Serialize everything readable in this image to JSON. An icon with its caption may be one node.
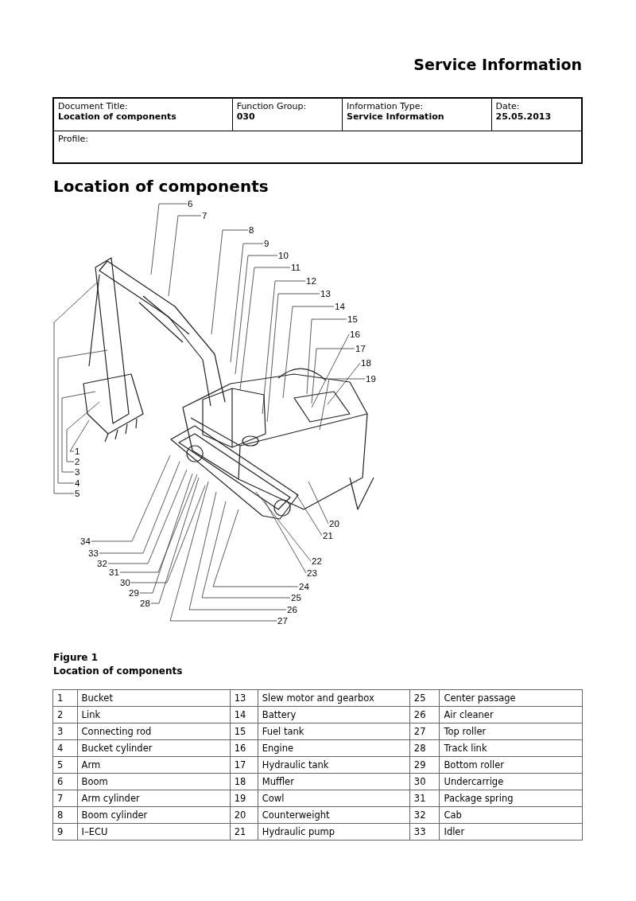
{
  "diagram": {
    "title": "Location of components",
    "nodes": [
      {
        "text": [
          "1"
        ]
      },
      {
        "text": [
          "2"
        ]
      },
      {
        "text": [
          "3"
        ]
      },
      {
        "text": [
          "4"
        ]
      },
      {
        "text": [
          "5"
        ]
      },
      {
        "text": [
          "6"
        ]
      },
      {
        "text": [
          "7"
        ]
      },
      {
        "text": [
          "8"
        ]
      },
      {
        "text": [
          "9"
        ]
      },
      {
        "text": [
          "10"
        ]
      },
      {
        "text": [
          "11"
        ]
      },
      {
        "text": [
          "12"
        ]
      },
      {
        "text": [
          "13"
        ]
      },
      {
        "text": [
          "14"
        ]
      },
      {
        "text": [
          "15"
        ]
      },
      {
        "text": [
          "16"
        ]
      },
      {
        "text": [
          "17"
        ]
      },
      {
        "text": [
          "18"
        ]
      },
      {
        "text": [
          "19"
        ]
      },
      {
        "text": [
          "20"
        ]
      },
      {
        "text": [
          "21"
        ]
      },
      {
        "text": [
          "22"
        ]
      },
      {
        "text": [
          "23"
        ]
      },
      {
        "text": [
          "24"
        ]
      },
      {
        "text": [
          "25"
        ]
      },
      {
        "text": [
          "26"
        ]
      },
      {
        "text": [
          "27"
        ]
      },
      {
        "text": [
          "28"
        ]
      },
      {
        "text": [
          "29"
        ]
      },
      {
        "text": [
          "30"
        ]
      },
      {
        "text": [
          "31"
        ]
      },
      {
        "text": [
          "32"
        ]
      },
      {
        "text": [
          "33"
        ]
      },
      {
        "text": [
          "34"
        ]
      }
    ],
    "edges": [
      {
        "from": 0,
        "to": null,
        "arrow": "none"
      },
      {
        "from": 1,
        "to": null,
        "arrow": "none"
      },
      {
        "from": 2,
        "to": null,
        "arrow": "none"
      },
      {
        "from": 3,
        "to": null,
        "arrow": "none"
      },
      {
        "from": 4,
        "to": null,
        "arrow": "none"
      },
      {
        "from": 5,
        "to": null,
        "arrow": "none"
      },
      {
        "from": 6,
        "to": null,
        "arrow": "none"
      },
      {
        "from": 7,
        "to": null,
        "arrow": "none"
      },
      {
        "from": 8,
        "to": null,
        "arrow": "none"
      },
      {
        "from": 9,
        "to": null,
        "arrow": "none"
      },
      {
        "from": 10,
        "to": null,
        "arrow": "none"
      },
      {
        "from": 11,
        "to": null,
        "arrow": "none"
      },
      {
        "from": 12,
        "to": null,
        "arrow": "none"
      },
      {
        "from": 13,
        "to": null,
        "arrow": "none"
      },
      {
        "from": 14,
        "to": null,
        "arrow": "none"
      },
      {
        "from": 15,
        "to": null,
        "arrow": "none"
      },
      {
        "from": 16,
        "to": null,
        "arrow": "none"
      },
      {
        "from": 17,
        "to": null,
        "arrow": "none"
      },
      {
        "from": 18,
        "to": null,
        "arrow": "none"
      },
      {
        "from": 19,
        "to": null,
        "arrow": "none"
      },
      {
        "from": 20,
        "to": null,
        "arrow": "none"
      },
      {
        "from": 21,
        "to": null,
        "arrow": "none"
      },
      {
        "from": 22,
        "to": null,
        "arrow": "none"
      },
      {
        "from": 23,
        "to": null,
        "arrow": "none"
      },
      {
        "from": 24,
        "to": null,
        "arrow": "none"
      },
      {
        "from": 25,
        "to": null,
        "arrow": "none"
      },
      {
        "from": 26,
        "to": null,
        "arrow": "none"
      },
      {
        "from": 27,
        "to": null,
        "arrow": "none"
      },
      {
        "from": 28,
        "to": null,
        "arrow": "none"
      },
      {
        "from": 29,
        "to": null,
        "arrow": "none"
      },
      {
        "from": 30,
        "to": null,
        "arrow": "none"
      },
      {
        "from": 31,
        "to": null,
        "arrow": "none"
      },
      {
        "from": 32,
        "to": null,
        "arrow": "none"
      },
      {
        "from": 33,
        "to": null,
        "arrow": "none"
      }
    ],
    "labels": [
      "Service Information",
      "Document Title:",
      "Location of components",
      "Function Group:",
      "030",
      "Information Type:",
      "Service Information",
      "Date:",
      "25.05.2013",
      "Profile:",
      "Figure 1",
      "Location of components",
      "1",
      "Bucket",
      "13",
      "Slew motor and gearbox",
      "25",
      "Center passage",
      "2",
      "Link",
      "14",
      "Battery",
      "26",
      "Air cleaner",
      "3",
      "Connecting rod",
      "15",
      "Fuel tank",
      "27",
      "Top roller",
      "4",
      "Bucket cylinder",
      "16",
      "Engine",
      "28",
      "Track link",
      "5",
      "Arm",
      "17",
      "Hydraulic tank",
      "29",
      "Bottom roller",
      "6",
      "Boom",
      "18",
      "Muffler",
      "30",
      "Undercarrige",
      "7",
      "Arm cylinder",
      "19",
      "Cowl",
      "31",
      "Package spring",
      "8",
      "Boom cylinder",
      "20",
      "Counterweight",
      "32",
      "Cab",
      "9",
      "I–ECU",
      "21",
      "Hydraulic pump",
      "33",
      "Idler"
    ]
  }
}
